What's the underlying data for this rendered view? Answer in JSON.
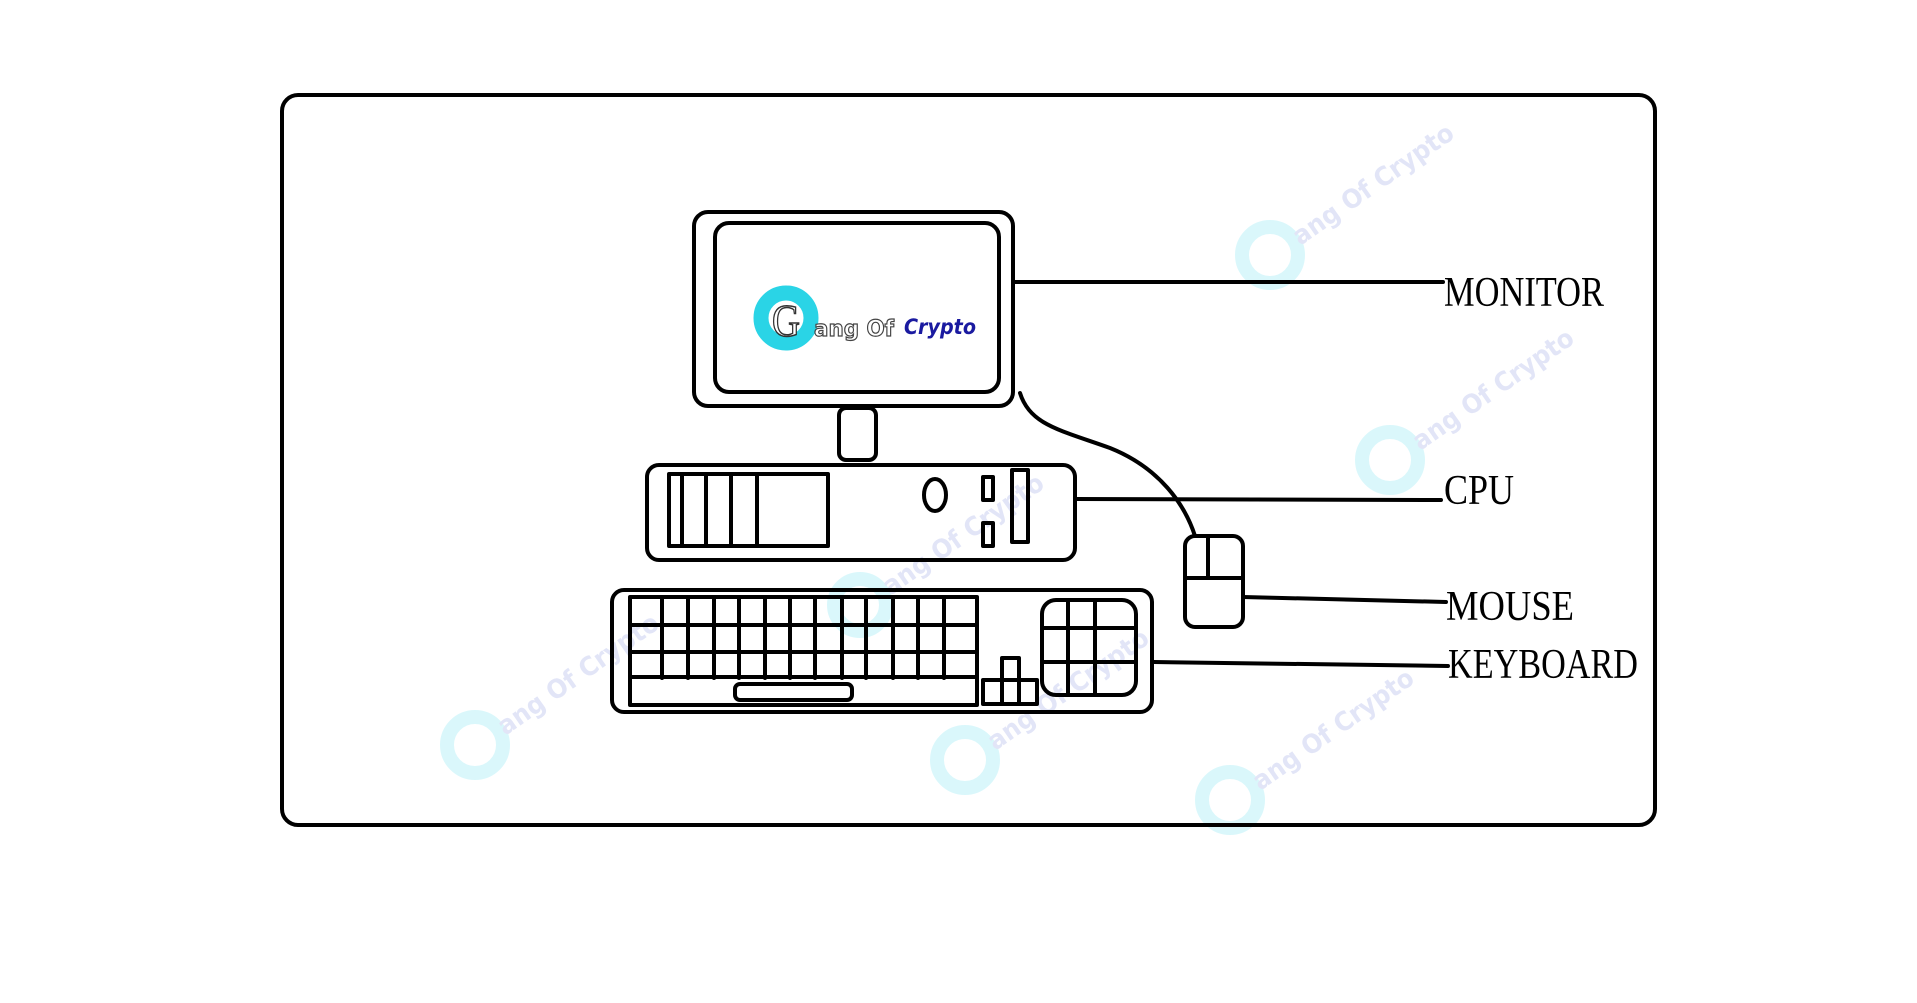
{
  "labels": {
    "monitor": "MONITOR",
    "cpu": "CPU",
    "mouse": "MOUSE",
    "keyboard": "KEYBOARD"
  },
  "logo": {
    "letter": "G",
    "text_ang": "ang Of",
    "text_crypto": "Crypto",
    "accent_color": "#2ad4e6",
    "crypto_color": "#1a1aa0"
  },
  "watermark": {
    "text": "ang Of Crypto"
  }
}
